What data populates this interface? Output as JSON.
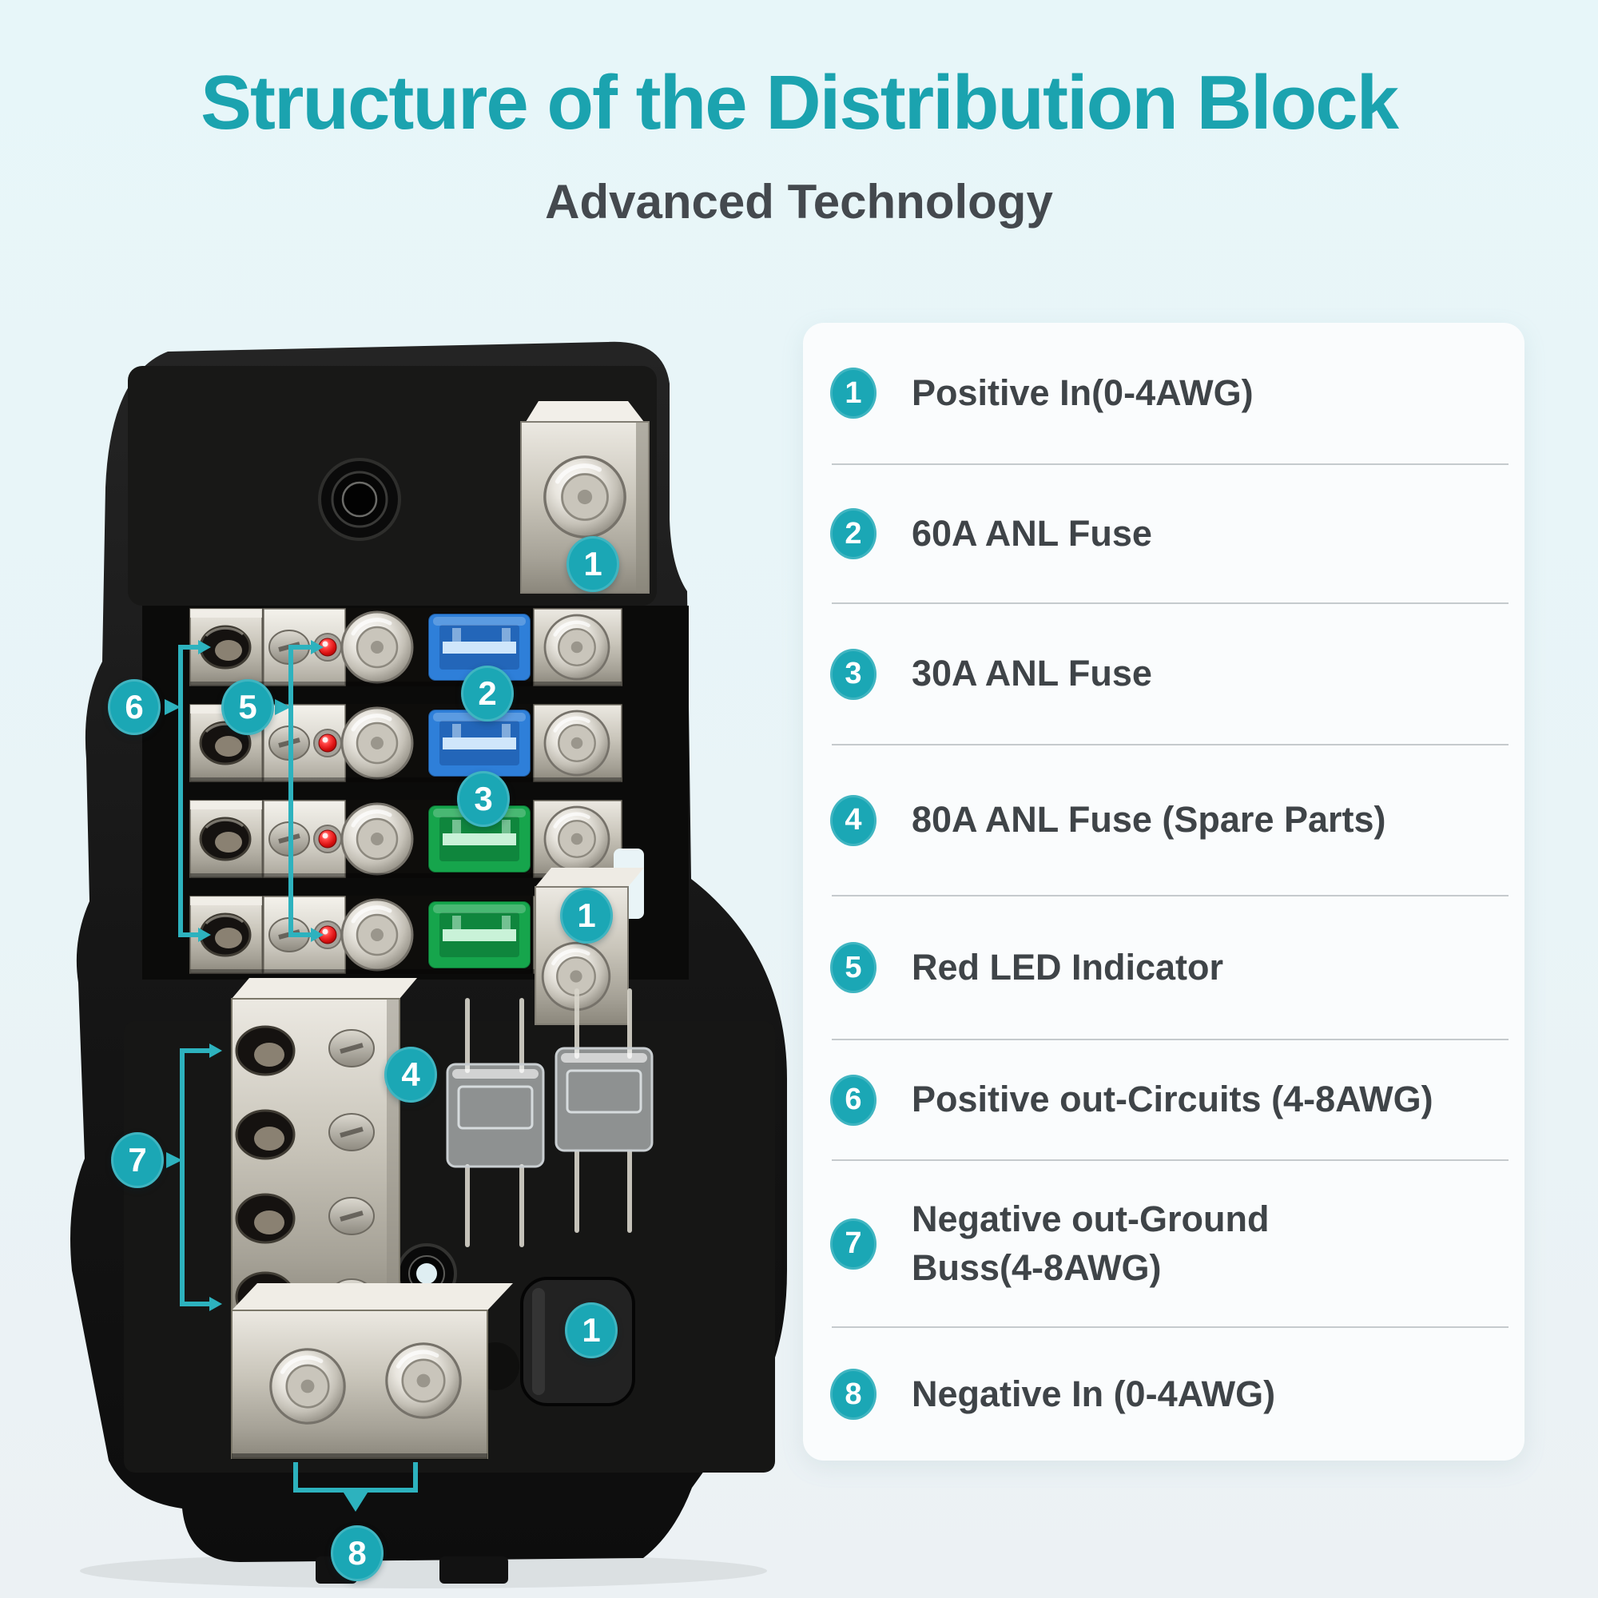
{
  "header": {
    "title": "Structure of the Distribution Block",
    "subtitle": "Advanced Technology"
  },
  "colors": {
    "accent_teal": "#1BA3AF",
    "badge_teal": "#1BA7B5",
    "bracket_teal": "#2DB2BE",
    "led_red": "#E01317",
    "fuse_blue": "#2E7FD9",
    "fuse_green": "#16A54C",
    "card_bg": "#FAFCFD",
    "background": "#E9F4F7"
  },
  "legend": {
    "items": [
      {
        "num": "1",
        "label": "Positive In(0-4AWG)"
      },
      {
        "num": "2",
        "label": "60A ANL Fuse"
      },
      {
        "num": "3",
        "label": "30A ANL Fuse"
      },
      {
        "num": "4",
        "label": "80A ANL Fuse (Spare Parts)"
      },
      {
        "num": "5",
        "label": "Red LED Indicator"
      },
      {
        "num": "6",
        "label": "Positive out-Circuits (4-8AWG)"
      },
      {
        "num": "7",
        "label": "Negative out-Ground",
        "label2": "Buss(4-8AWG)"
      },
      {
        "num": "8",
        "label": "Negative In (0-4AWG)"
      }
    ]
  },
  "diagram": {
    "callouts": [
      {
        "n": "1"
      },
      {
        "n": "2"
      },
      {
        "n": "3"
      },
      {
        "n": "5"
      },
      {
        "n": "6"
      },
      {
        "n": "1"
      },
      {
        "n": "4"
      },
      {
        "n": "7"
      },
      {
        "n": "1"
      },
      {
        "n": "8"
      }
    ]
  }
}
